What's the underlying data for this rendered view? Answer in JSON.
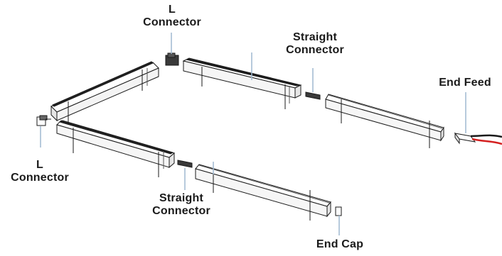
{
  "labels": {
    "l_connector_top": {
      "line1": "L",
      "line2": "Connector"
    },
    "l_connector_left": {
      "line1": "L",
      "line2": "Connector"
    },
    "straight_connector_top": {
      "line1": "Straight",
      "line2": "Connector"
    },
    "straight_connector_bottom": {
      "line1": "Straight",
      "line2": "Connector"
    },
    "end_feed": "End Feed",
    "end_cap": "End Cap"
  },
  "colors": {
    "outline": "#1a1a1a",
    "profile_fill": "#ffffff",
    "diffuser_strip": "#2a2a2a",
    "leader_line": "#9fb8d0",
    "cable_red": "#d42020",
    "cable_black": "#1a1a1a"
  }
}
